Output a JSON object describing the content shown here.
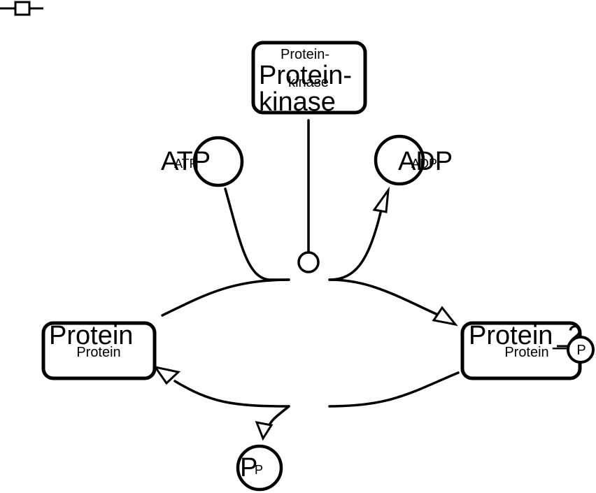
{
  "legend_glyph": "process-node-icon",
  "nodes": {
    "kinase": {
      "title_line1": "Protein-",
      "title_line2": "kinase",
      "sub_line1": "Protein-",
      "sub_line2": "kinase"
    },
    "atp": {
      "title": "ATP",
      "sub": "ATP"
    },
    "adp": {
      "title": "ADP",
      "sub": "ADP"
    },
    "protein": {
      "title": "Protein",
      "sub": "Protein"
    },
    "protein_p": {
      "title": "Protein_2",
      "sub": "Protein",
      "state": "P"
    },
    "pi": {
      "title": "P",
      "sub": "P"
    }
  }
}
